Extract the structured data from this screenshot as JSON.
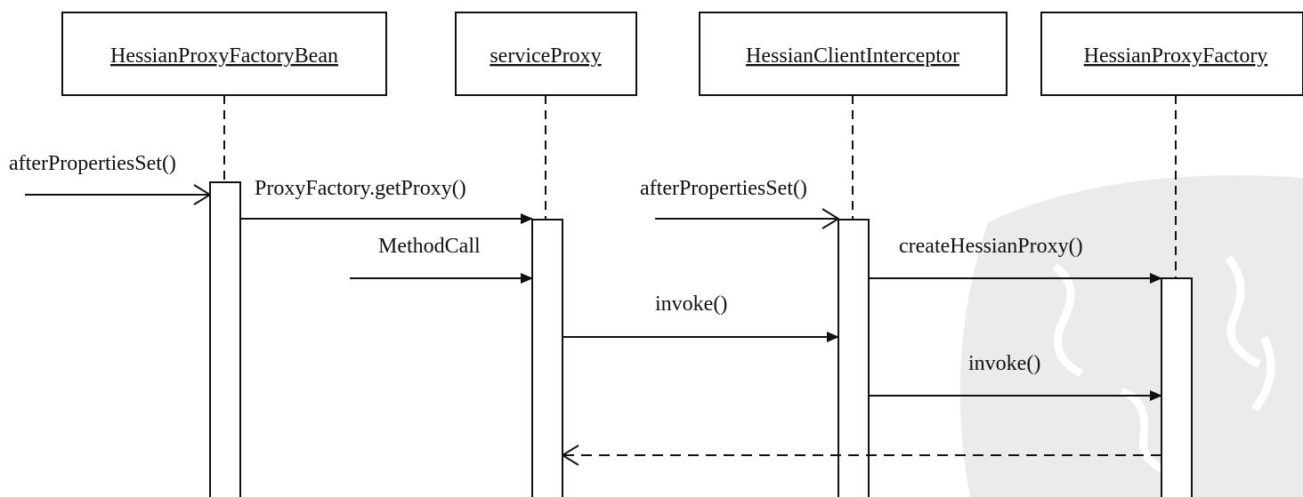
{
  "diagram": {
    "type": "sequence",
    "objects": [
      {
        "id": "bean",
        "name": "HessianProxyFactoryBean"
      },
      {
        "id": "proxy",
        "name": "serviceProxy"
      },
      {
        "id": "interceptor",
        "name": "HessianClientInterceptor"
      },
      {
        "id": "factory",
        "name": "HessianProxyFactory"
      }
    ],
    "messages": [
      {
        "id": "m1",
        "label": "afterPropertiesSet()",
        "from": "external",
        "to": "bean",
        "style": "open-arrow"
      },
      {
        "id": "m2",
        "label": "ProxyFactory.getProxy()",
        "from": "bean",
        "to": "proxy",
        "style": "solid"
      },
      {
        "id": "m3",
        "label": "afterPropertiesSet()",
        "from": "external",
        "to": "interceptor",
        "style": "open-arrow"
      },
      {
        "id": "m4",
        "label": "MethodCall",
        "from": "external",
        "to": "proxy",
        "style": "solid"
      },
      {
        "id": "m5",
        "label": "createHessianProxy()",
        "from": "interceptor",
        "to": "factory",
        "style": "solid"
      },
      {
        "id": "m6",
        "label": "invoke()",
        "from": "proxy",
        "to": "interceptor",
        "style": "solid"
      },
      {
        "id": "m7",
        "label": "invoke()",
        "from": "interceptor",
        "to": "factory",
        "style": "solid"
      },
      {
        "id": "m8",
        "label": "",
        "from": "factory",
        "to": "proxy",
        "style": "dashed-return"
      }
    ],
    "colors": {
      "line": "#111111",
      "watermark": "#e6e6e6",
      "background": "#ffffff"
    }
  }
}
